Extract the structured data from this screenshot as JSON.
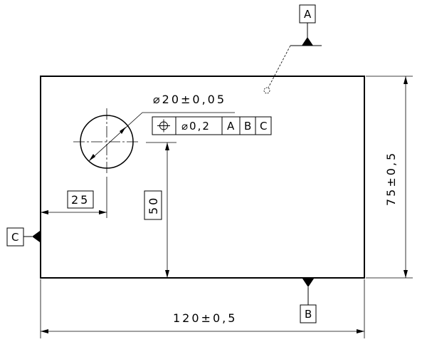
{
  "drawing": {
    "hole_diameter": "⌀20±0,05",
    "hole_x_position": "25",
    "hole_y_position": "50",
    "plate_height": "75±0,5",
    "plate_width": "120±0,5",
    "datum_a": "A",
    "datum_b": "B",
    "datum_c": "C",
    "feature_control_frame": {
      "tolerance": "⌀0,2",
      "datum_1": "A",
      "datum_2": "B",
      "datum_3": "C"
    }
  }
}
